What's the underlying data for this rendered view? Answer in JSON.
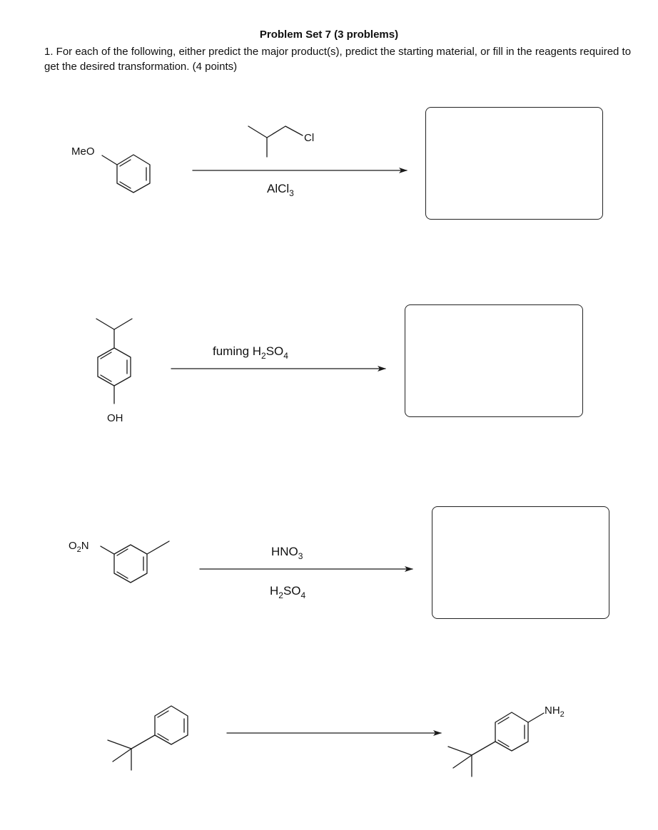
{
  "header": {
    "title": "Problem Set 7 (3 problems)",
    "intro": "1. For each of the following, either predict the major product(s), predict the starting material, or fill in the reagents required to get the desired transformation. (4 points)"
  },
  "reactions": [
    {
      "id": "r1",
      "substituent_label": "MeO",
      "reagent_group_label": "Cl",
      "reagent_below_main": "AlCl",
      "reagent_below_sub": "3"
    },
    {
      "id": "r2",
      "substituent_label": "OH",
      "reagent_above_main": "fuming H",
      "reagent_above_sub1": "2",
      "reagent_above_mid": "SO",
      "reagent_above_sub2": "4"
    },
    {
      "id": "r3",
      "substituent_label_main": "O",
      "substituent_label_sub": "2",
      "substituent_label_tail": "N",
      "reagent_above_main": "HNO",
      "reagent_above_sub": "3",
      "reagent_below_main": "H",
      "reagent_below_sub1": "2",
      "reagent_below_mid": "SO",
      "reagent_below_sub2": "4"
    },
    {
      "id": "r4",
      "product_label_main": "NH",
      "product_label_sub": "2"
    }
  ]
}
